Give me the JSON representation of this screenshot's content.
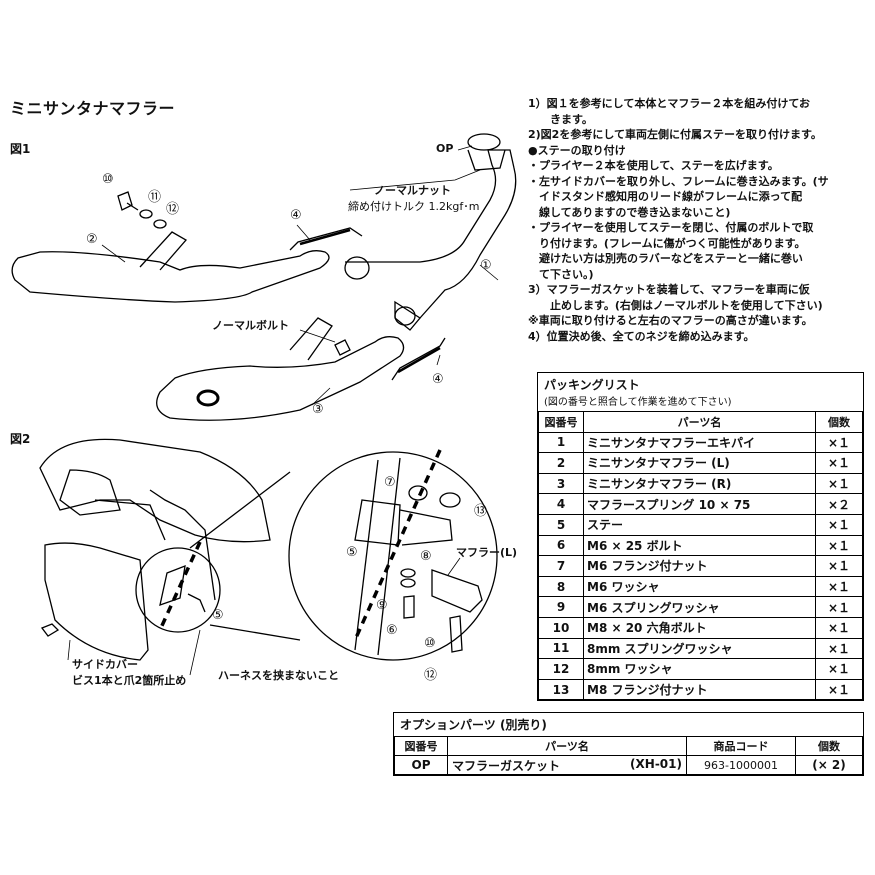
{
  "title": "ミニサンタナマフラー",
  "fig1": {
    "label": "図1",
    "op": "OP",
    "normal_nut": "ノーマルナット",
    "torque": "締め付けトルク 1.2kgf･m",
    "normal_bolt": "ノーマルボルト",
    "nums": [
      "①",
      "②",
      "③",
      "④",
      "④",
      "⑩",
      "⑪",
      "⑫"
    ]
  },
  "fig2": {
    "label": "図2",
    "side_cover_1": "サイドカバー",
    "side_cover_2": "ビス1本と爪2箇所止め",
    "harness": "ハーネスを挟まないこと",
    "muffler_l": "マフラー(L)",
    "nums": [
      "⑤",
      "⑤",
      "⑦",
      "⑧",
      "⑬",
      "⑨",
      "⑥",
      "⑩",
      "⑫"
    ]
  },
  "instructions": [
    "1）図１を参考にして本体とマフラー２本を組み付けてお",
    "　　きます。",
    "2)図2を参考にして車両左側に付属ステーを取り付けます。",
    "●ステーの取り付け",
    "・プライヤー２本を使用して、ステーを広げます。",
    "・左サイドカバーを取り外し、フレームに巻き込みます。(サ",
    "　イドスタンド感知用のリード線がフレームに添って配",
    "　線してありますので巻き込まないこと)",
    "・プライヤーを使用してステーを閉じ、付属のボルトで取",
    "　り付けます。(フレームに傷がつく可能性があります。",
    "　避けたい方は別売のラバーなどをステーと一緒に巻い",
    "　て下さい。)",
    "3）マフラーガスケットを装着して、マフラーを車両に仮",
    "　　止めします。(右側はノーマルボルトを使用して下さい)",
    "※車両に取り付けると左右のマフラーの高さが違います。",
    "4）位置決め後、全てのネジを締め込みます。"
  ],
  "packing": {
    "title": "パッキングリスト",
    "subtitle": "(図の番号と照合して作業を進めて下さい)",
    "headers": [
      "図番号",
      "パーツ名",
      "個数"
    ],
    "rows": [
      [
        "1",
        "ミニサンタナマフラーエキパイ",
        "×１"
      ],
      [
        "2",
        "ミニサンタナマフラー (L)",
        "×１"
      ],
      [
        "3",
        "ミニサンタナマフラー (R)",
        "×１"
      ],
      [
        "4",
        "マフラースプリング 10 × 75",
        "×２"
      ],
      [
        "5",
        "ステー",
        "×１"
      ],
      [
        "6",
        "M6 × 25 ボルト",
        "×１"
      ],
      [
        "7",
        "M6 フランジ付ナット",
        "×１"
      ],
      [
        "8",
        "M6 ワッシャ",
        "×１"
      ],
      [
        "9",
        "M6 スプリングワッシャ",
        "×１"
      ],
      [
        "10",
        "M8 × 20 六角ボルト",
        "×１"
      ],
      [
        "11",
        "8mm スプリングワッシャ",
        "×１"
      ],
      [
        "12",
        "8mm ワッシャ",
        "×１"
      ],
      [
        "13",
        "M8 フランジ付ナット",
        "×１"
      ]
    ]
  },
  "options": {
    "title": "オプションパーツ (別売り)",
    "headers": [
      "図番号",
      "パーツ名",
      "商品コード",
      "個数"
    ],
    "row": {
      "no": "OP",
      "name": "マフラーガスケット",
      "model": "(XH-01)",
      "code": "963-1000001",
      "qty": "(× 2)"
    }
  }
}
